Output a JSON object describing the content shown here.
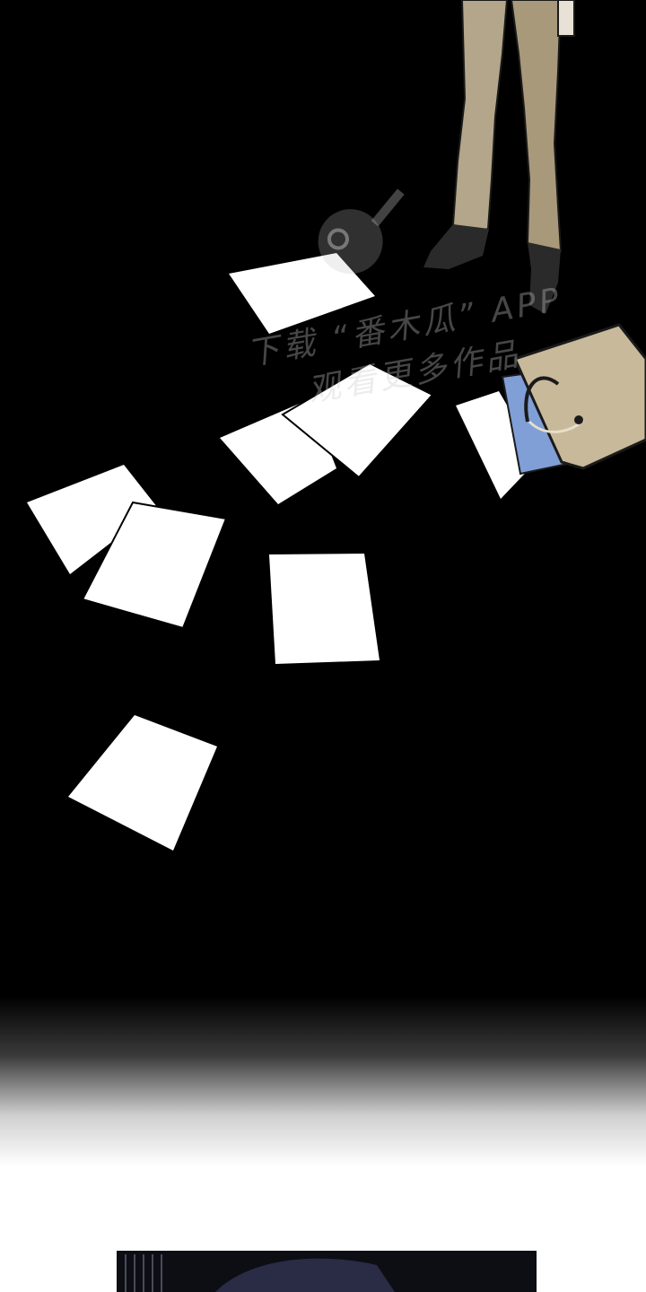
{
  "watermark": {
    "logo_text": "番木瓜",
    "line1": "下载 “番木瓜” APP",
    "line2": "观看更多作品"
  },
  "colors": {
    "background": "#000000",
    "paper": "#ffffff",
    "trousers": "#b3a68a",
    "bag": "#c7b99a",
    "folder": "#7f9fd6",
    "fade_end": "#ffffff"
  },
  "icons": {
    "logo": "papaya-mascot-icon"
  }
}
